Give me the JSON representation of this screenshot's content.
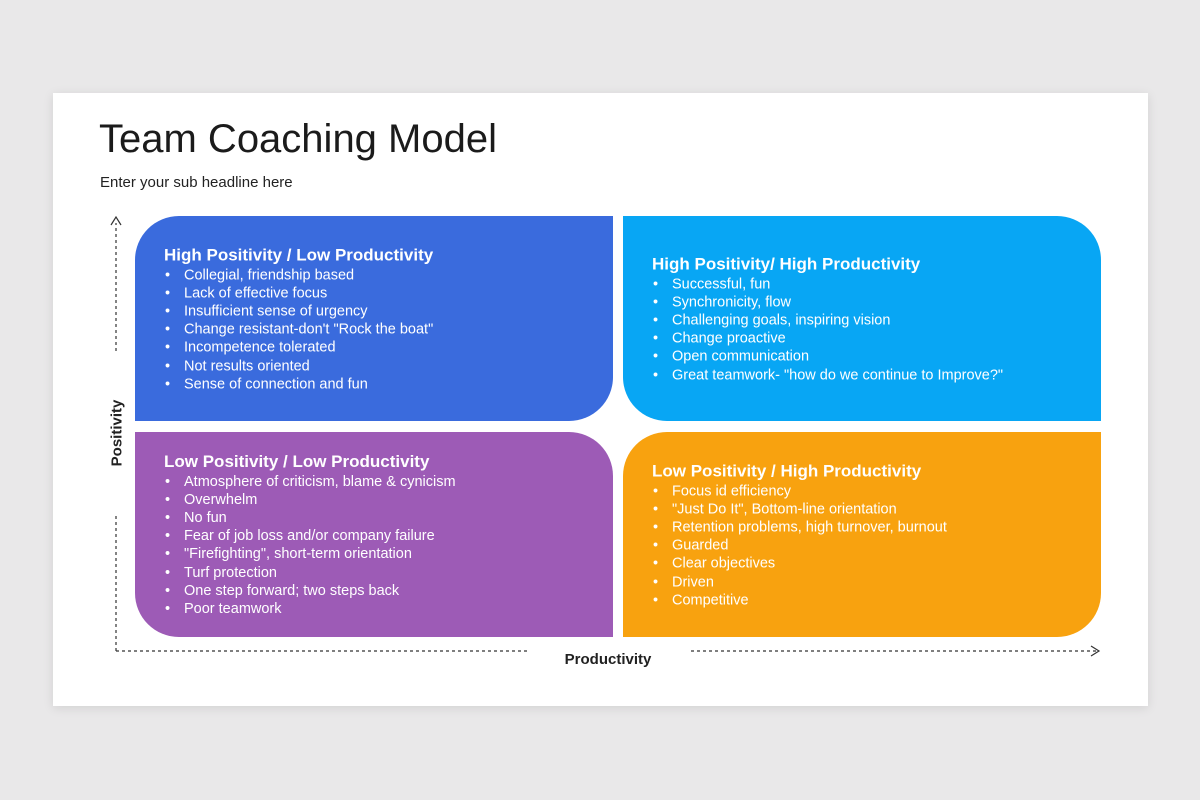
{
  "slide": {
    "title": "Team Coaching Model",
    "subtitle": "Enter your sub headline here"
  },
  "axes": {
    "y_label": "Positivity",
    "x_label": "Productivity"
  },
  "colors": {
    "high_positivity_low_productivity": "#3a6bdd",
    "high_positivity_high_productivity": "#08a6f4",
    "low_positivity_low_productivity": "#9d5bb6",
    "low_positivity_high_productivity": "#f8a20f"
  },
  "quadrants": {
    "top_left": {
      "title": "High Positivity / Low Productivity",
      "items": [
        "Collegial, friendship based",
        "Lack of effective focus",
        "Insufficient sense of urgency",
        "Change resistant-don't \"Rock the boat\"",
        "Incompetence  tolerated",
        "Not results oriented",
        "Sense of connection and fun"
      ]
    },
    "top_right": {
      "title": "High Positivity/ High Productivity",
      "items": [
        "Successful, fun",
        "Synchronicity, flow",
        "Challenging goals, inspiring vision",
        "Change proactive",
        "Open communication",
        "Great teamwork- \"how do we continue to Improve?\""
      ]
    },
    "bottom_left": {
      "title": "Low Positivity / Low Productivity",
      "items": [
        "Atmosphere of criticism, blame & cynicism",
        "Overwhelm",
        "No fun",
        "Fear of job loss and/or company failure",
        "\"Firefighting\", short-term orientation",
        "Turf protection",
        "One step forward; two steps back",
        "Poor teamwork"
      ]
    },
    "bottom_right": {
      "title": "Low Positivity / High Productivity",
      "items": [
        "Focus id efficiency",
        "\"Just Do It\", Bottom-line orientation",
        "Retention problems, high turnover, burnout",
        "Guarded",
        "Clear objectives",
        "Driven",
        "Competitive"
      ]
    }
  }
}
